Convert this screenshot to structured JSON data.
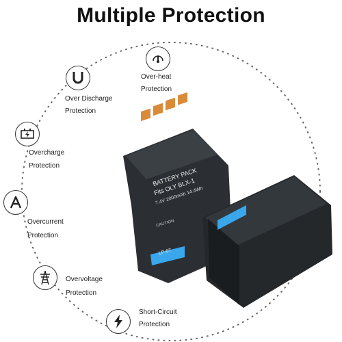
{
  "header": {
    "title": "Multiple Protection"
  },
  "features": [
    {
      "line1": "Over-heat",
      "line2": "Protection",
      "icon": "thermometer-gauge-icon"
    },
    {
      "line1": "Over Discharge",
      "line2": "Protection",
      "icon": "magnet-icon"
    },
    {
      "line1": "Overcharge",
      "line2": "Protection",
      "icon": "battery-charge-icon"
    },
    {
      "line1": "Overcurrent",
      "line2": "Protection",
      "icon": "ampere-icon"
    },
    {
      "line1": "Overvoltage",
      "line2": "Protection",
      "icon": "power-tower-icon"
    },
    {
      "line1": "Short-Circuit",
      "line2": "Protection",
      "icon": "lightning-icon"
    }
  ],
  "battery": {
    "label_line1": "BATTERY PACK",
    "label_line2": "Fits OLY BLX-1",
    "label_line3": "7.4V 2000mAh 14.4Wh",
    "brand": "LP-07",
    "caution": "CAUTION"
  },
  "colors": {
    "dark": "#1f2326",
    "accent_blue": "#3aa6ec",
    "contacts": "#d98b3a"
  }
}
